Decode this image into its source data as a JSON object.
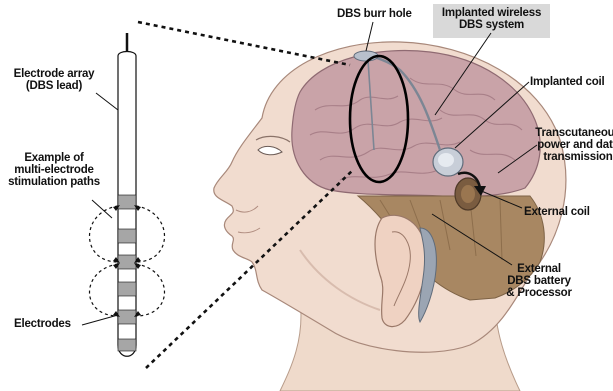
{
  "labels": {
    "dbs_burr_hole": "DBS burr hole",
    "implanted_wireless_dbs_system": "Implanted wireless\nDBS system",
    "implanted_coil": "Implanted coil",
    "transcutaneous_transmission": "Transcutaneous\npower and data\ntransmission",
    "external_coil": "External coil",
    "external_dbs_battery_processor": "External\nDBS battery\n& Processor",
    "electrode_array": "Electrode array\n(DBS lead)",
    "multi_electrode_paths": "Example of\nmulti-electrode\nstimulation paths",
    "electrodes": "Electrodes"
  },
  "colors": {
    "highlight_box": "#d9d9d9",
    "brain": "#c7a0a5",
    "skin": "#f1dccf",
    "hair": "#9a7a55",
    "device": "#b9c0cc",
    "electrode_contact": "#a6a6a6"
  }
}
